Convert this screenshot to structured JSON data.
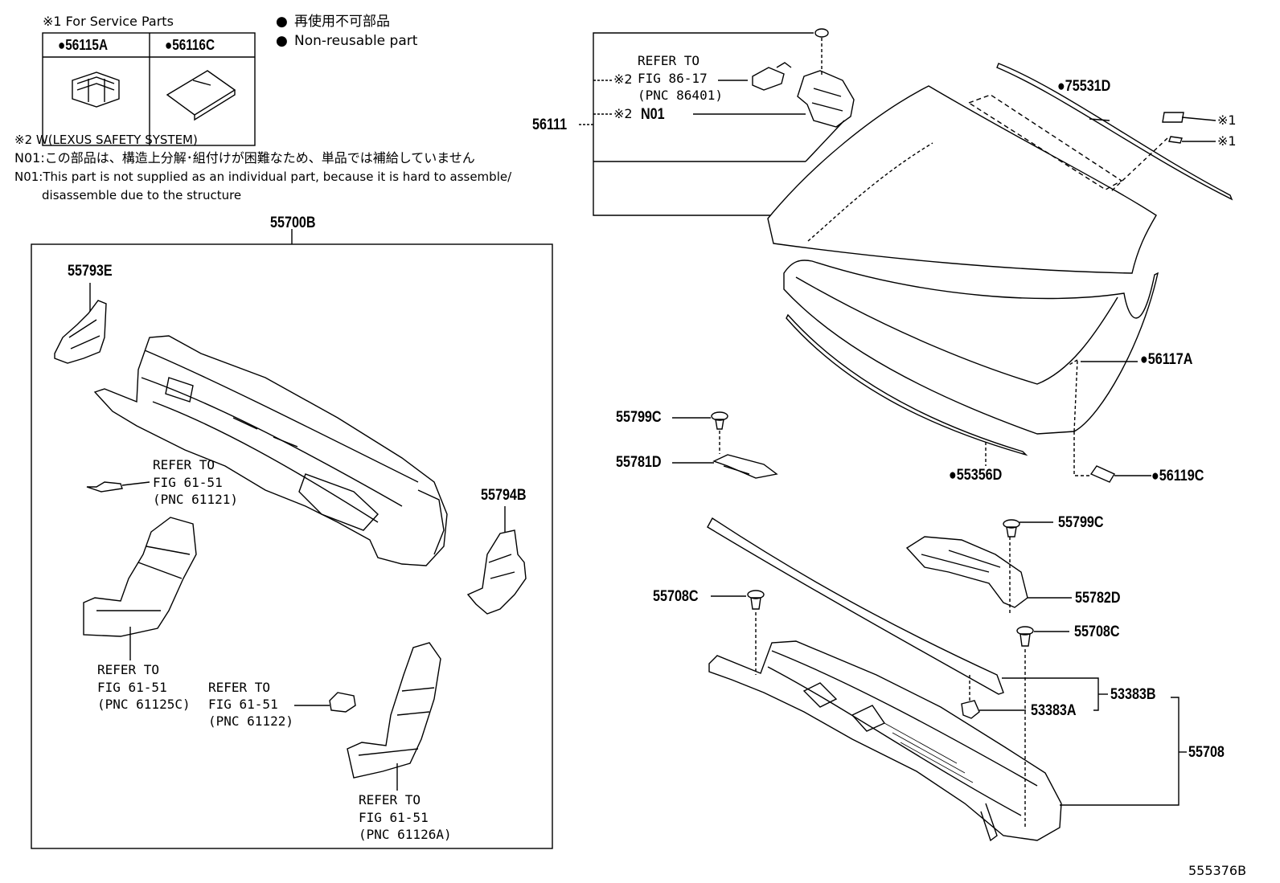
{
  "legend": {
    "service_parts": "※1 For Service Parts",
    "nonreusable_jp": "再使用不可部品",
    "nonreusable_en": "Non-reusable part",
    "bullet": "●",
    "service_part_a": "●56115A",
    "service_part_b": "●56116C"
  },
  "notes": {
    "lexus": "※2 W(LEXUS SAFETY SYSTEM)",
    "n01_jp": "N01:この部品は、構造上分解･組付けが困難なため、単品では補給していません",
    "n01_en_1": "N01:This part is not supplied as an individual part, because it is hard to assemble/",
    "n01_en_2": "disassemble due to the structure"
  },
  "parts": {
    "p55700B": "55700B",
    "p55793E": "55793E",
    "p55794B": "55794B",
    "p56111": "56111",
    "p75531D": "●75531D",
    "p56117A": "●56117A",
    "p55356D": "●55356D",
    "p56119C": "●56119C",
    "p55799C_a": "55799C",
    "p55781D": "55781D",
    "p55799C_b": "55799C",
    "p55782D": "55782D",
    "p55708C_a": "55708C",
    "p55708C_b": "55708C",
    "p53383B": "53383B",
    "p53383A": "53383A",
    "p55708": "55708",
    "mark1a": "※1",
    "mark1b": "※1",
    "mark2a": "※2",
    "mark2b": "※2",
    "n01": "N01"
  },
  "refs": {
    "r86_refer": "REFER TO",
    "r86_fig": "FIG 86-17",
    "r86_pnc": "(PNC 86401)",
    "r61121_refer": "REFER TO",
    "r61121_fig": "FIG 61-51",
    "r61121_pnc": "(PNC 61121)",
    "r61125_refer": "REFER TO",
    "r61125_fig": "FIG 61-51",
    "r61125_pnc": "(PNC 61125C)",
    "r61122_refer": "REFER TO",
    "r61122_fig": "FIG 61-51",
    "r61122_pnc": "(PNC 61122)",
    "r61126_refer": "REFER TO",
    "r61126_fig": "FIG 61-51",
    "r61126_pnc": "(PNC 61126A)"
  },
  "figure_id": "555376B"
}
